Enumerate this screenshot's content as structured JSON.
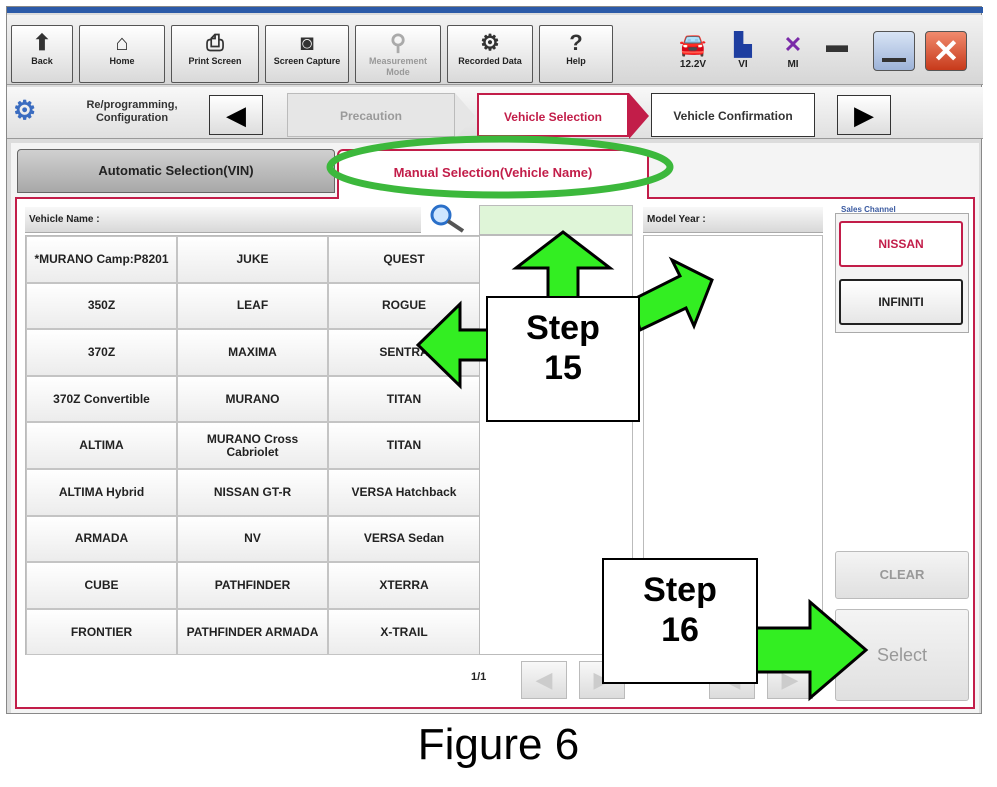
{
  "toolbar": {
    "buttons": [
      {
        "label": "Back"
      },
      {
        "label": "Home"
      },
      {
        "label": "Print Screen"
      },
      {
        "label": "Screen Capture"
      },
      {
        "label": "Measurement Mode"
      },
      {
        "label": "Recorded Data"
      },
      {
        "label": "Help"
      }
    ],
    "status": {
      "voltage": "12.2V",
      "vi": "VI",
      "mi": "MI"
    }
  },
  "breadcrumb": {
    "section": "Re/programming, Configuration",
    "steps": [
      "Precaution",
      "Vehicle Selection",
      "Vehicle Confirmation"
    ]
  },
  "tabs": {
    "automatic": "Automatic Selection(VIN)",
    "manual": "Manual Selection(Vehicle Name)"
  },
  "vehicle_name_label": "Vehicle Name :",
  "vehicles": [
    "*MURANO Camp:P8201",
    "JUKE",
    "QUEST",
    "350Z",
    "LEAF",
    "ROGUE",
    "370Z",
    "MAXIMA",
    "SENTRA",
    "370Z Convertible",
    "MURANO",
    "TITAN",
    "ALTIMA",
    "MURANO Cross Cabriolet",
    "TITAN",
    "ALTIMA Hybrid",
    "NISSAN GT-R",
    "VERSA Hatchback",
    "ARMADA",
    "NV",
    "VERSA Sedan",
    "CUBE",
    "PATHFINDER",
    "XTERRA",
    "FRONTIER",
    "PATHFINDER ARMADA",
    "X-TRAIL"
  ],
  "page": "1/1",
  "model_year_label": "Model Year :",
  "sales_channel": {
    "label": "Sales Channel",
    "nissan": "NISSAN",
    "infiniti": "INFINITI"
  },
  "actions": {
    "clear": "CLEAR",
    "select": "Select"
  },
  "annotations": {
    "step15": "Step 15",
    "step16": "Step 16"
  },
  "caption": "Figure 6",
  "colors": {
    "accent": "#c21d49",
    "highlight": "#3cb83c",
    "arrow": "#33ee22"
  }
}
